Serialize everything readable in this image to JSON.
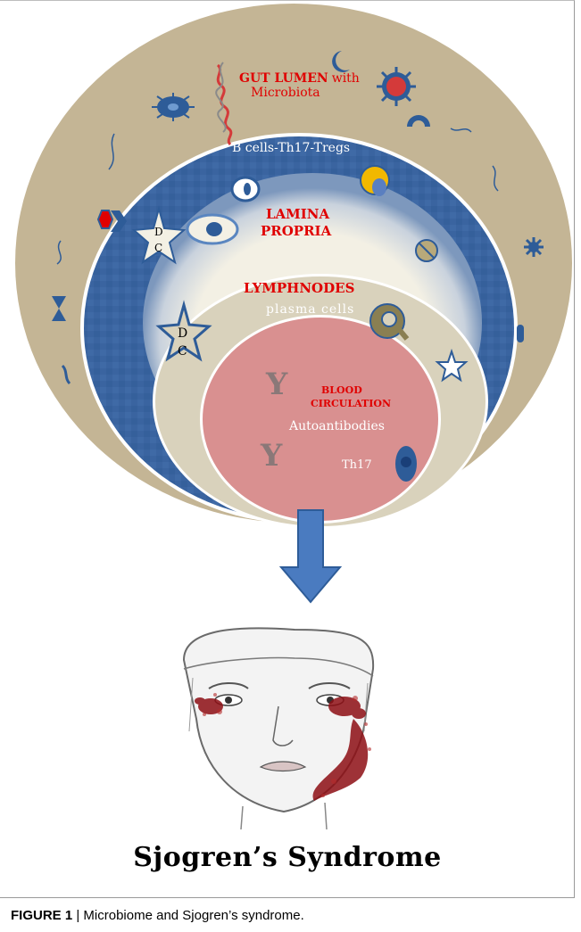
{
  "diagram": {
    "gut_lumen_label": "GUT LUMEN",
    "gut_lumen_with": "with",
    "gut_lumen_sub": "Microbiota",
    "cells_label": "B cells-Th17-Tregs",
    "lamina_label_1": "LAMINA",
    "lamina_label_2": "PROPRIA",
    "dc_letter_1": "D",
    "dc_letter_2": "C",
    "lymph_label": "LYMPHNODES",
    "plasma_label": "plasma cells",
    "blood_label_1": "BLOOD",
    "blood_label_2": "CIRCULATION",
    "autoantibodies_label": "Autoantibodies",
    "antibody_symbol": "Y",
    "th17_label": "Th17",
    "colors": {
      "outer_ring": "#c4b595",
      "mucosa_blue": "#3a64a0",
      "lamina_fill": "#f2efe3",
      "lymph_fill": "#d9d2bc",
      "blood_fill": "#d99090",
      "arrow": "#4a7bc0",
      "red_text": "#e00000"
    }
  },
  "title": "Sjogren’s Syndrome",
  "caption": {
    "figure_label": "FIGURE 1",
    "separator": " | ",
    "text": "Microbiome and Sjogren’s syndrome."
  }
}
